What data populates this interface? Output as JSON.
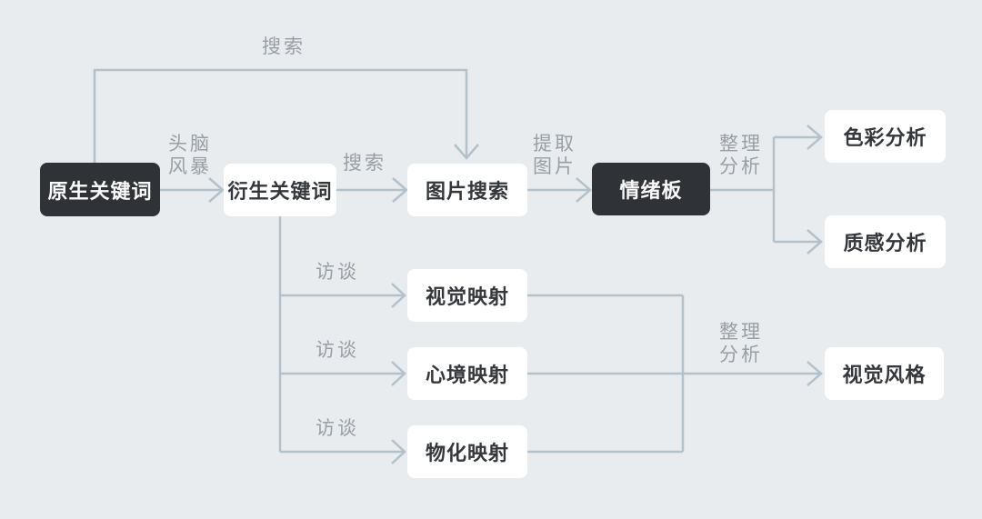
{
  "diagram": {
    "background_color": "#e8ecef",
    "connector_color": "#b2c1cb",
    "label_color": "#979ea6",
    "dark_node_color": "#2f3337",
    "light_node_color": "#ffffff"
  },
  "nodes": [
    {
      "id": "native-keywords",
      "label": "原生关键词",
      "variant": "dark"
    },
    {
      "id": "derived-keywords",
      "label": "衍生关键词",
      "variant": "light"
    },
    {
      "id": "image-search",
      "label": "图片搜索",
      "variant": "light"
    },
    {
      "id": "mood-board",
      "label": "情绪板",
      "variant": "dark"
    },
    {
      "id": "color-analysis",
      "label": "色彩分析",
      "variant": "light"
    },
    {
      "id": "texture-analysis",
      "label": "质感分析",
      "variant": "light"
    },
    {
      "id": "visual-mapping",
      "label": "视觉映射",
      "variant": "light"
    },
    {
      "id": "mood-mapping",
      "label": "心境映射",
      "variant": "light"
    },
    {
      "id": "object-mapping",
      "label": "物化映射",
      "variant": "light"
    },
    {
      "id": "visual-style",
      "label": "视觉风格",
      "variant": "light"
    }
  ],
  "edges": [
    {
      "from": "原生关键词",
      "to": "图片搜索",
      "label": "搜索"
    },
    {
      "from": "原生关键词",
      "to": "衍生关键词",
      "label": "头脑\n风暴"
    },
    {
      "from": "衍生关键词",
      "to": "图片搜索",
      "label": "搜索"
    },
    {
      "from": "图片搜索",
      "to": "情绪板",
      "label": "提取\n图片"
    },
    {
      "from": "情绪板",
      "to": "色彩分析 / 质感分析",
      "label": "整理\n分析"
    },
    {
      "from": "衍生关键词",
      "to": "视觉映射",
      "label": "访谈"
    },
    {
      "from": "衍生关键词",
      "to": "心境映射",
      "label": "访谈"
    },
    {
      "from": "衍生关键词",
      "to": "物化映射",
      "label": "访谈"
    },
    {
      "from": "视觉映射 / 心境映射 / 物化映射",
      "to": "视觉风格",
      "label": "整理\n分析"
    }
  ]
}
